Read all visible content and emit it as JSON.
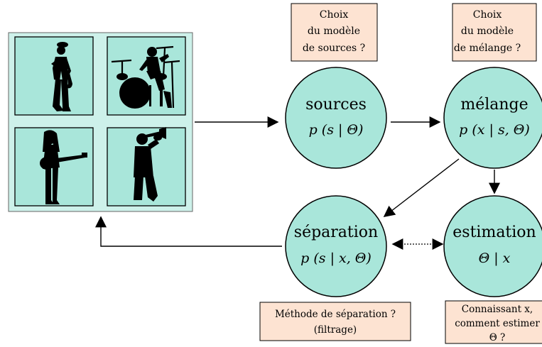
{
  "notes": {
    "sources_question": [
      "Choix",
      "du modèle",
      "de sources ?"
    ],
    "mixing_question": [
      "Choix",
      "du modèle",
      "de mélange ?"
    ],
    "separation_question": [
      "Méthode de séparation ?",
      "(filtrage)"
    ],
    "estimation_question": [
      "Connaissant x,",
      "comment estimer",
      "Θ ?"
    ]
  },
  "nodes": {
    "sources": {
      "title": "sources",
      "formula": "p (s | Θ)"
    },
    "melange": {
      "title": "mélange",
      "formula": "p (x | s, Θ)"
    },
    "separation": {
      "title": "séparation",
      "formula": "p (s | x, Θ)"
    },
    "estimation": {
      "title": "estimation",
      "formula": "Θ | x"
    }
  },
  "musicians": [
    "saxophone-player",
    "drummer",
    "guitarist",
    "trumpet-player"
  ],
  "colors": {
    "node_fill": "#a9e6da",
    "note_fill": "#fde3d2",
    "panel_fill": "#cdf1ea"
  }
}
